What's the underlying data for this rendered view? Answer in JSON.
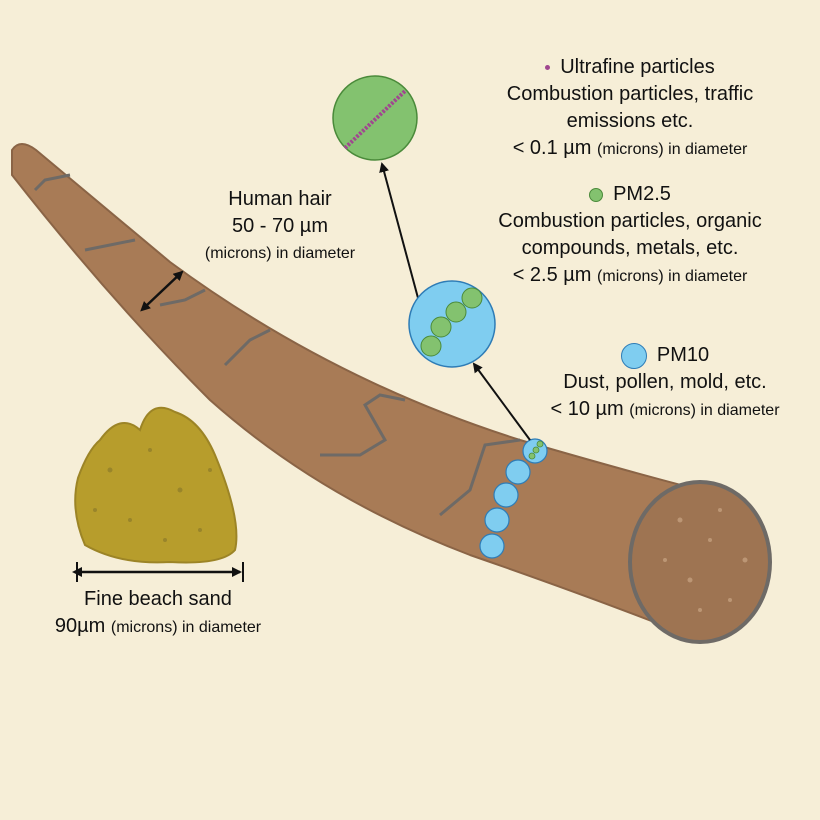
{
  "labels": {
    "hair": {
      "title": "Human hair",
      "size": "50 - 70 µm",
      "unit": "(microns) in diameter"
    },
    "sand": {
      "title": "Fine beach sand",
      "size": "90µm",
      "unit": "(microns) in diameter"
    },
    "ultrafine": {
      "title": "Ultrafine particles",
      "desc1": "Combustion particles, traffic",
      "desc2": "emissions etc.",
      "size": "< 0.1 µm",
      "unit": "(microns) in diameter"
    },
    "pm25": {
      "title": "PM2.5",
      "desc1": "Combustion particles, organic",
      "desc2": "compounds, metals, etc.",
      "size": "< 2.5 µm",
      "unit": "(microns) in diameter"
    },
    "pm10": {
      "title": "PM10",
      "desc1": "Dust, pollen, mold, etc.",
      "size": "< 10 µm",
      "unit": "(microns) in diameter"
    }
  },
  "colors": {
    "background": "#f6eed7",
    "hair": "#a87b56",
    "sand": "#b79d2c",
    "pm10": "#7fcdf0",
    "pm25": "#83c26f",
    "ultrafine": "#a0478f"
  }
}
